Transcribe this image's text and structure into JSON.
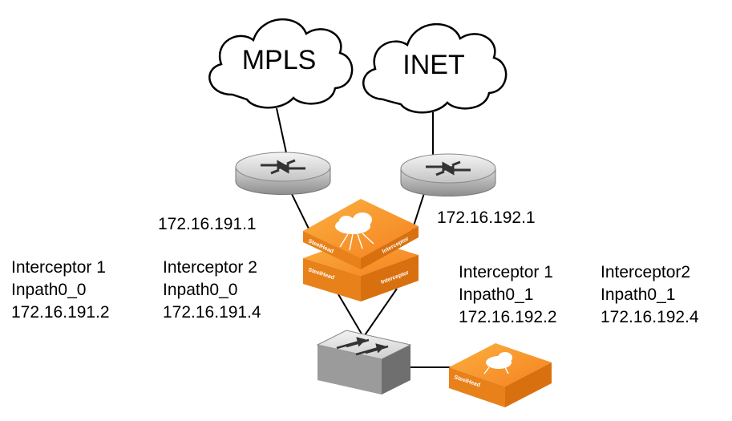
{
  "clouds": {
    "mpls": "MPLS",
    "inet": "INET"
  },
  "routers": {
    "left_ip": "172.16.191.1",
    "right_ip": "172.16.192.1"
  },
  "devices": {
    "brand": "SteelHead",
    "role": "Interceptor"
  },
  "interfaces": [
    {
      "name": "Interceptor 1",
      "port": "Inpath0_0",
      "ip": "172.16.191.2"
    },
    {
      "name": "Interceptor 2",
      "port": "Inpath0_0",
      "ip": "172.16.191.4"
    },
    {
      "name": "Interceptor 1",
      "port": "Inpath0_1",
      "ip": "172.16.192.2"
    },
    {
      "name": "Interceptor2",
      "port": "Inpath0_1",
      "ip": "172.16.192.4"
    }
  ],
  "colors": {
    "appliance_orange": "#f7941d",
    "appliance_dark": "#d9700f",
    "router_gray": "#c9c9c9"
  }
}
